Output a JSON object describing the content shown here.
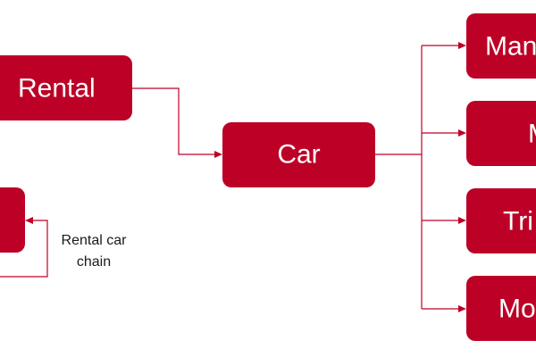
{
  "colors": {
    "node_fill": "#bd0026",
    "node_text": "#ffffff",
    "connector": "#bd0026",
    "annotation_text": "#1a1a1a"
  },
  "nodes": {
    "rental": "Rental",
    "unlabeled_left": "",
    "car": "Car",
    "branch_1": "Man",
    "branch_2": "M",
    "branch_3": "Tri",
    "branch_4": "Mo"
  },
  "annotation": {
    "line_1": "Rental car",
    "line_2": "chain"
  }
}
